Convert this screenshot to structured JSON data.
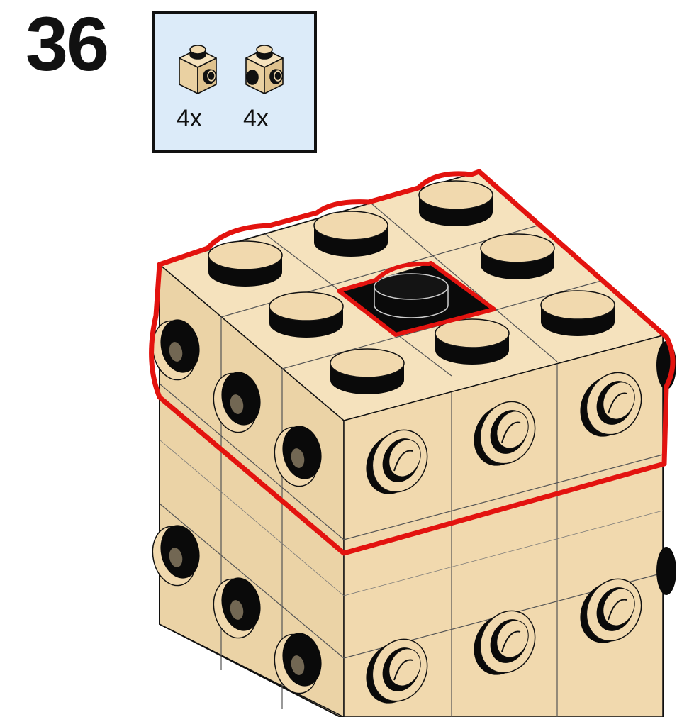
{
  "step": {
    "number": "36"
  },
  "parts_list": {
    "background": "#dcebf9",
    "items": [
      {
        "icon": "tan-brick-1x1-one-side-stud-icon",
        "quantity": "4x"
      },
      {
        "icon": "tan-brick-1x1-two-side-studs-icon",
        "quantity": "4x"
      }
    ]
  },
  "colors": {
    "brick": "#f1d9ae",
    "outline": "#111111",
    "highlight": "#e3130f",
    "hole": "#0a0a0a"
  }
}
